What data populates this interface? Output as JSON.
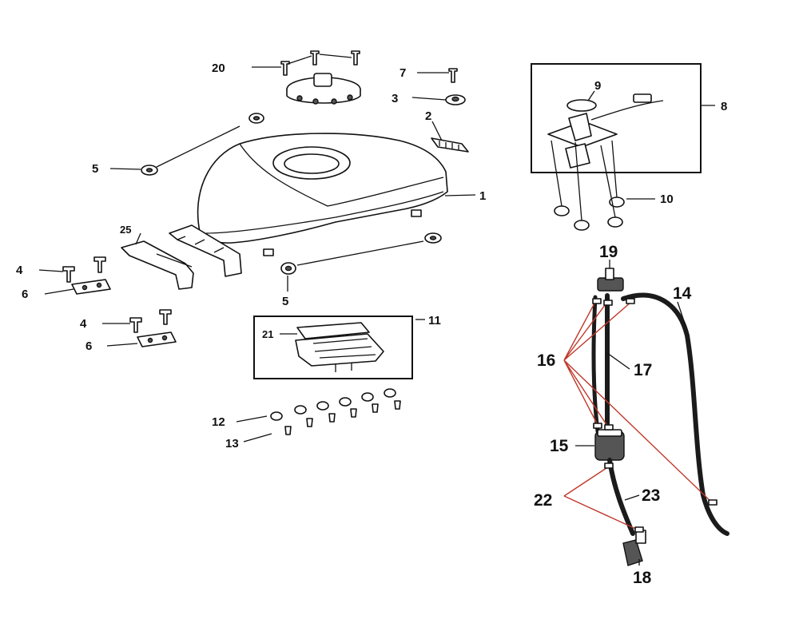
{
  "callouts": {
    "c1": "1",
    "c2": "2",
    "c3": "3",
    "c4a": "4",
    "c4b": "4",
    "c5a": "5",
    "c5b": "5",
    "c6a": "6",
    "c6b": "6",
    "c7": "7",
    "c8": "8",
    "c9": "9",
    "c10": "10",
    "c11": "11",
    "c12": "12",
    "c13": "13",
    "c14": "14",
    "c15": "15",
    "c16": "16",
    "c17": "17",
    "c18": "18",
    "c19": "19",
    "c20": "20",
    "c21": "21",
    "c22": "22",
    "c23": "23",
    "c25": "25"
  },
  "colors": {
    "clamp_lines": "#c0392b",
    "ink": "#111111"
  }
}
